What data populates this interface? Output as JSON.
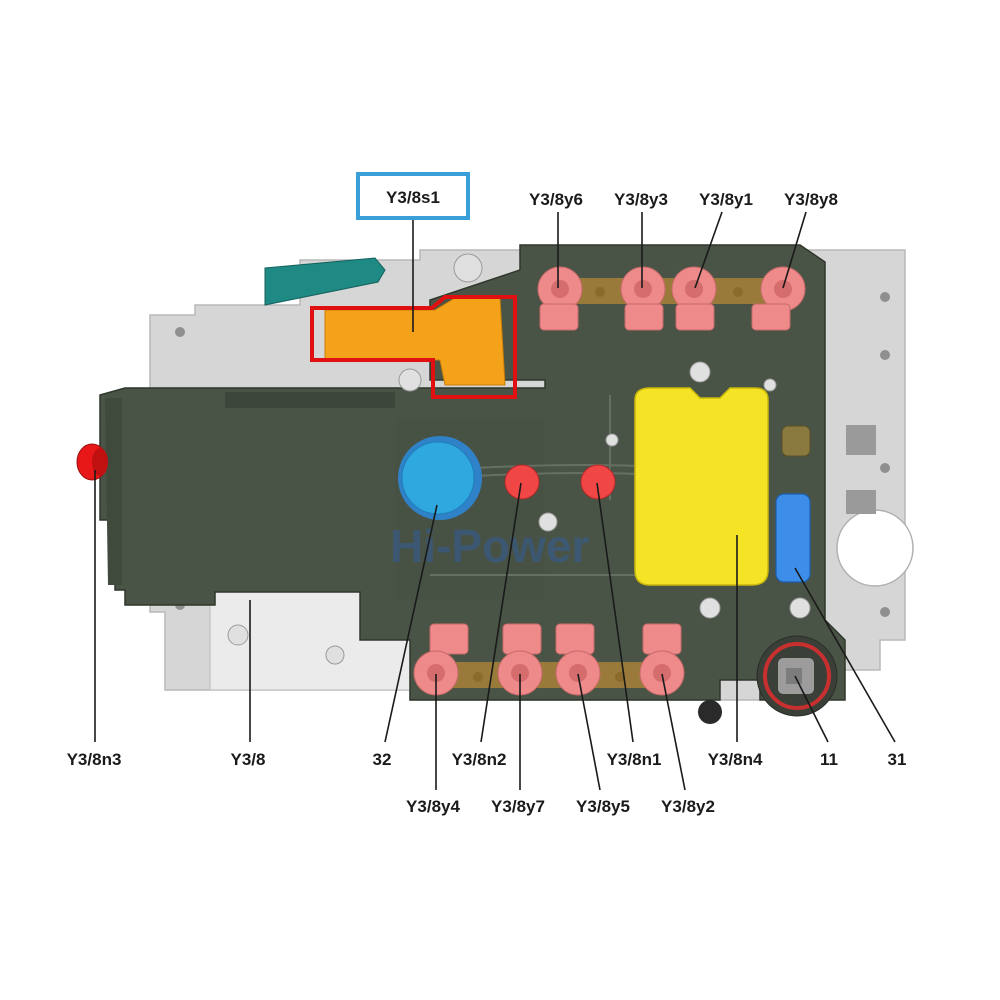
{
  "watermark": "Hi-Power",
  "highlight_label": "Y3/8s1",
  "labels_top": [
    "Y3/8y6",
    "Y3/8y3",
    "Y3/8y1",
    "Y3/8y8"
  ],
  "labels_middle": [
    "Y3/8n3",
    "Y3/8",
    "32",
    "Y3/8n2",
    "Y3/8n1",
    "Y3/8n4",
    "11",
    "31"
  ],
  "labels_bottom": [
    "Y3/8y4",
    "Y3/8y7",
    "Y3/8y5",
    "Y3/8y2"
  ],
  "colors": {
    "board": "#4a5446",
    "steel_plate": "#d6d6d6",
    "valve_body": "#e8e8e8",
    "solenoid": "#ee8a8a",
    "copper_strip": "#9a7a3a",
    "selector_sensor": "#f4a21a",
    "highlight_box_red": "#e01010",
    "label_box_blue": "#3a9fd8",
    "controller_yellow": "#f5e326",
    "blue_sensor": "#2fa8e0",
    "blue_plug": "#3c8ee8",
    "red_sensor": "#f04646",
    "red_sensor_left": "#e81818",
    "teal_tab": "#1f8a84",
    "leader_line": "#1a1a1a"
  }
}
